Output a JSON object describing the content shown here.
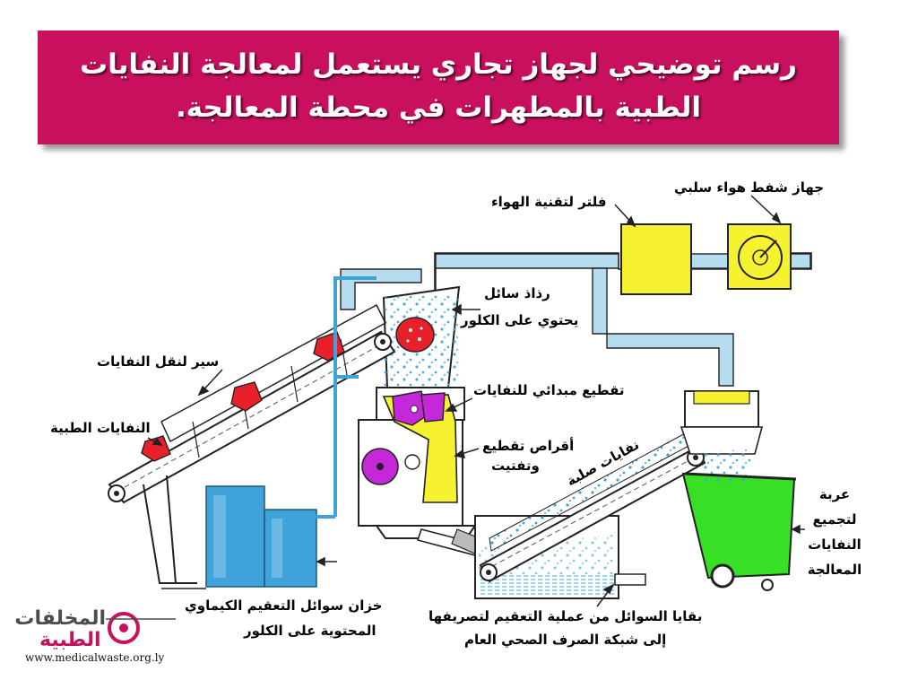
{
  "title": "رسم توضيحي لجهاز تجاري يستعمل لمعالجة النفايات الطبية بالمطهرات في محطة المعالجة.",
  "labels": {
    "negative_air": "جهاز شفط هواء سلبي",
    "air_filter": "فلتر لتقنية الهواء",
    "spray_1": "رذاذ سائل",
    "spray_2": "يحتوي على الكلور",
    "conveyor": "سير لنقل النفايات",
    "medical_waste": "النفايات الطبية",
    "initial_cut": "تقطيع مبدائي للنفايات",
    "discs_1": "أقراص تقطيع",
    "discs_2": "وتفتيت",
    "solid_waste": "نفايات صلبة",
    "cart_1": "عربة",
    "cart_2": "لتجميع",
    "cart_3": "النفايات",
    "cart_4": "المعالجة",
    "tank_1": "خزان سوائل التعقيم الكيماوي",
    "tank_2": "المحتوية على الكلور",
    "drain_1": "بقايا السوائل من عملية التعقيم لتصريفها",
    "drain_2": "إلى شبكة الصرف الصحي العام"
  },
  "logo": {
    "line1": "المخلفات",
    "line2": "الطبية",
    "url": "www.medicalwaste.org.ly"
  },
  "colors": {
    "title_bg": "#c8105e",
    "pipe": "#b6dcf0",
    "tank": "#3fa2d8",
    "filter": "#f6f230",
    "cart": "#38e025",
    "waste": "#e8202a",
    "disc": "#c428d8"
  }
}
